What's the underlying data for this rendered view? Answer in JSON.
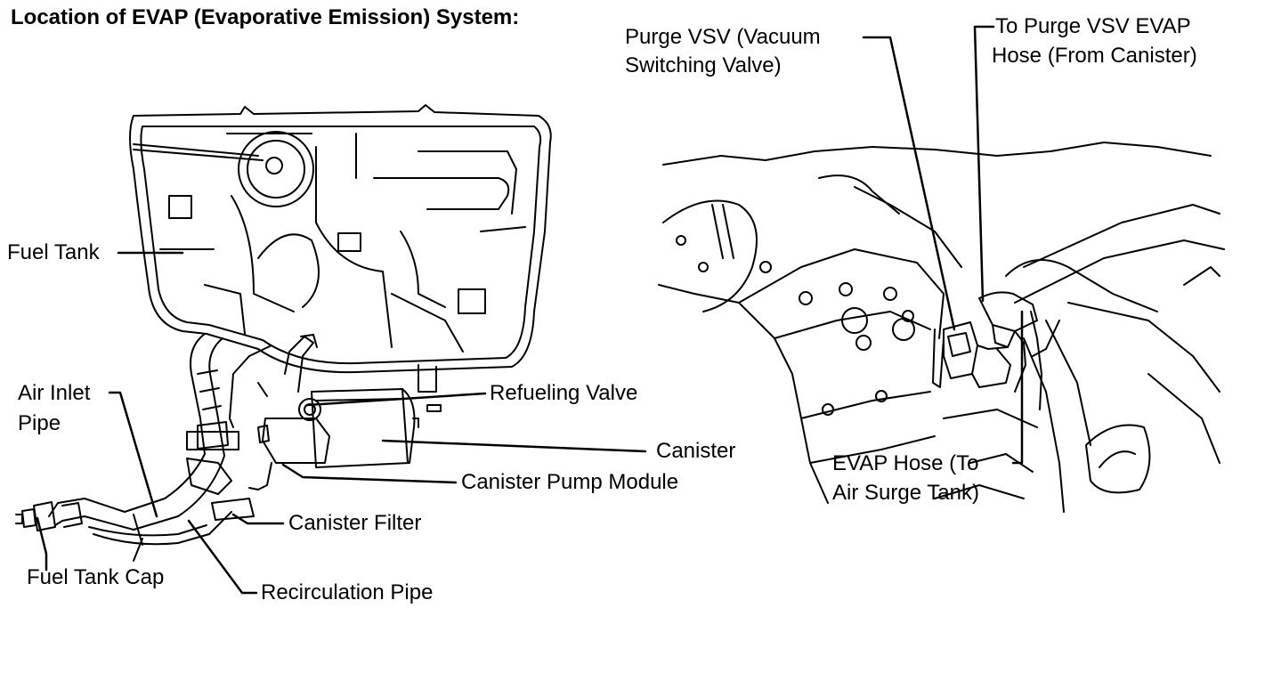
{
  "title": "Location of EVAP (Evaporative Emission) System:",
  "labels": {
    "fuel_tank": "Fuel Tank",
    "air_inlet_pipe_1": "Air Inlet",
    "air_inlet_pipe_2": "Pipe",
    "refueling_valve": "Refueling Valve",
    "canister": "Canister",
    "canister_pump_module": "Canister Pump Module",
    "canister_filter": "Canister Filter",
    "fuel_tank_cap": "Fuel Tank Cap",
    "recirculation_pipe": "Recirculation Pipe",
    "purge_vsv_1": "Purge VSV (Vacuum",
    "purge_vsv_2": "Switching Valve)",
    "to_purge_vsv_hose_1": "To Purge VSV EVAP",
    "to_purge_vsv_hose_2": "Hose (From Canister)",
    "evap_hose_1": "EVAP Hose (To",
    "evap_hose_2": "Air Surge Tank)"
  }
}
